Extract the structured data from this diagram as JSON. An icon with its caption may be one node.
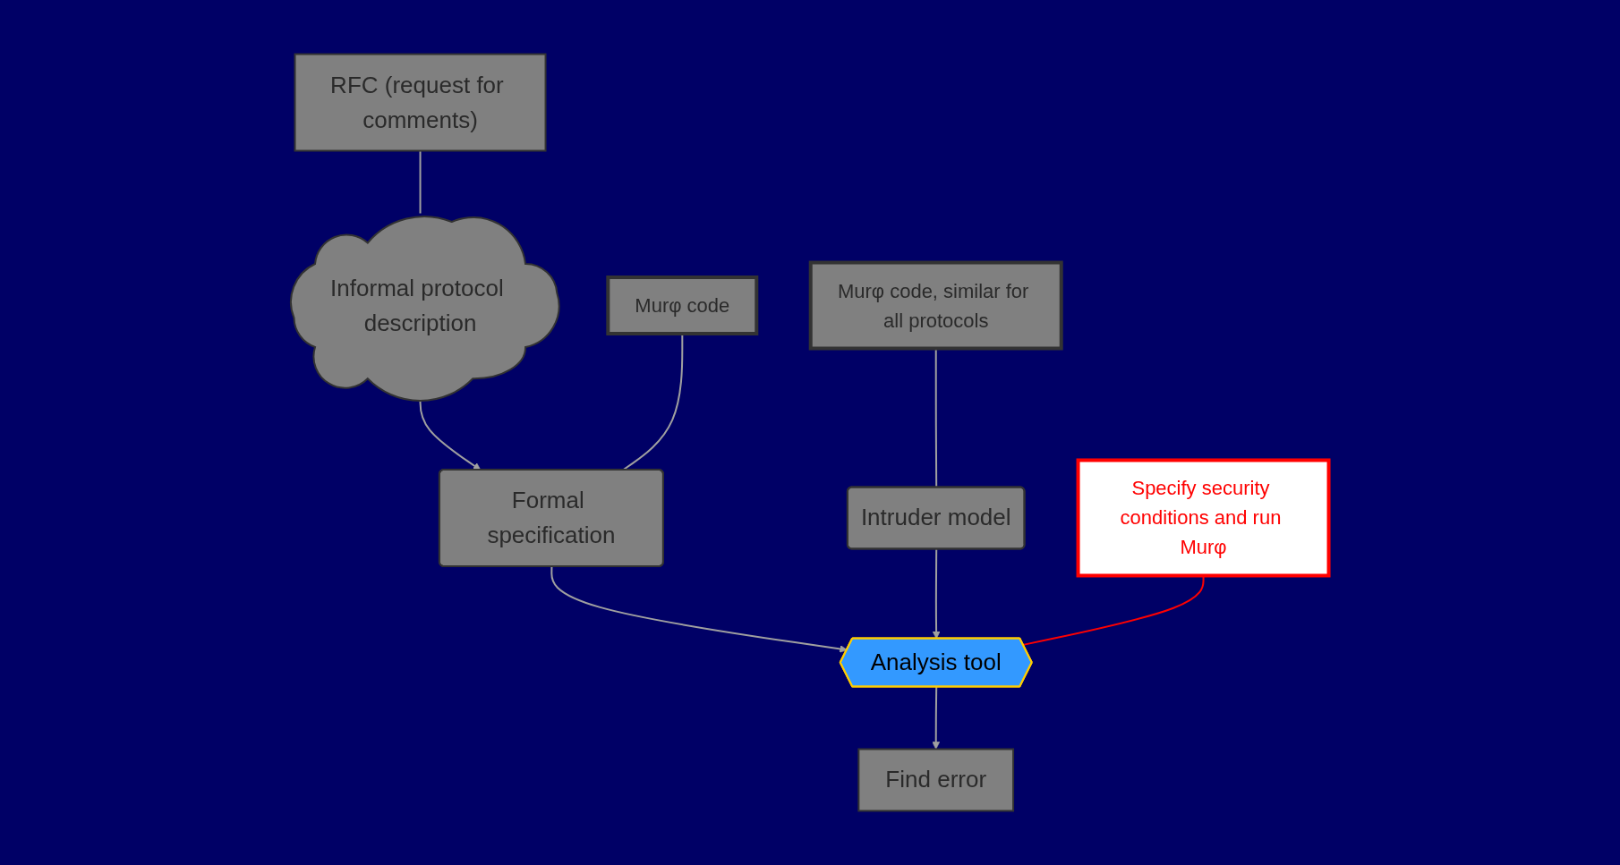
{
  "diagram": {
    "nodes": [
      {
        "text": [
          "Informal protocol description"
        ]
      },
      {
        "text": [
          "RFC (request for comments)"
        ]
      },
      {
        "text": [
          "Formal specification"
        ]
      },
      {
        "text": [
          "Murφ code"
        ]
      },
      {
        "text": [
          "Intruder model"
        ]
      },
      {
        "text": [
          "Murφ code, similar for all protocols"
        ]
      },
      {
        "text": [
          "Analysis tool"
        ]
      },
      {
        "text": [
          "Find error"
        ]
      },
      {
        "text": [
          "Specify security conditions and run Murφ"
        ]
      }
    ],
    "edges": [
      {
        "from": 0,
        "to": 2,
        "arrow": "to"
      },
      {
        "from": 1,
        "to": 0,
        "arrow": "none"
      },
      {
        "from": 3,
        "to": 2,
        "arrow": "none"
      },
      {
        "from": 2,
        "to": 6,
        "arrow": "to"
      },
      {
        "from": 4,
        "to": 6,
        "arrow": "to"
      },
      {
        "from": 5,
        "to": 4,
        "arrow": "none"
      },
      {
        "from": 6,
        "to": 7,
        "arrow": "to"
      },
      {
        "from": 8,
        "to": 6,
        "arrow": "none",
        "color": "#ff0000"
      }
    ]
  }
}
